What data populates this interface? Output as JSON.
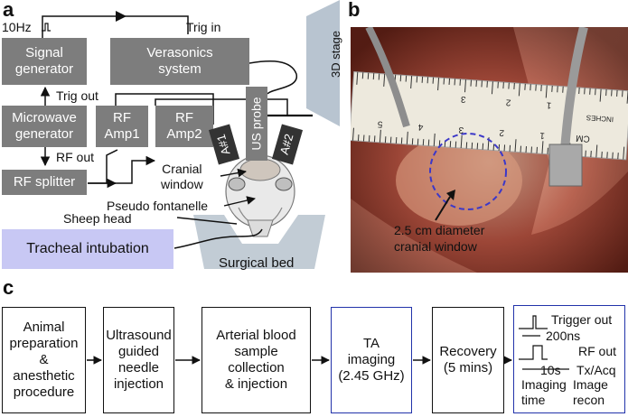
{
  "panels": {
    "a": "a",
    "b": "b",
    "c": "c"
  },
  "schematic": {
    "clock_label": "10Hz",
    "trig_in": "Trig in",
    "trig_out": "Trig out",
    "rf_out": "RF out",
    "signal_generator": [
      "Signal",
      "generator"
    ],
    "verasonics": [
      "Verasonics",
      "system"
    ],
    "microwave_generator": [
      "Microwave",
      "generator"
    ],
    "rf_amp1": [
      "RF",
      "Amp1"
    ],
    "rf_amp2": [
      "RF",
      "Amp2"
    ],
    "rf_splitter": "RF splitter",
    "antenna1": "A#1",
    "antenna2": "A#2",
    "us_probe": "US probe",
    "stage_3d": "3D stage",
    "cranial_window": [
      "Cranial",
      "window"
    ],
    "pseudo_fontanelle": "Pseudo fontanelle",
    "sheep_head": "Sheep head",
    "tracheal_intubation": "Tracheal intubation",
    "surgical_bed": "Surgical bed",
    "colors": {
      "box_gray": "#7d7d7d",
      "intubation_fill": "#c8c8f4",
      "stage_fill": "#b8c4d0"
    }
  },
  "photo": {
    "annotation": [
      "2.5 cm diameter",
      "cranial window"
    ],
    "ruler_text": "INCHES",
    "ruler_numbers": [
      "3",
      "2",
      "1",
      "5",
      "4",
      "3",
      "2",
      "1",
      "CM"
    ]
  },
  "workflow": {
    "steps": [
      "Animal\npreparation\n&\nanesthetic\nprocedure",
      "Ultrasound\nguided\nneedle\ninjection",
      "Arterial blood\nsample\ncollection\n& injection",
      "TA\nimaging\n(2.45 GHz)",
      "Recovery\n(5 mins)"
    ],
    "timing": {
      "trigger_out": "Trigger out",
      "pulse_200ns": "200ns",
      "rf_out": "RF out",
      "duration_10s": "10s",
      "tx_acq": "Tx/Acq",
      "imaging_time": "Imaging time",
      "image_recon": "Image recon"
    }
  }
}
